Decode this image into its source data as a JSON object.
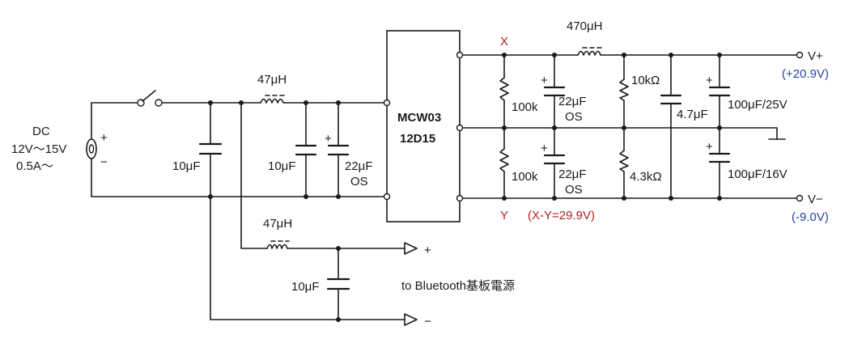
{
  "input": {
    "title": "DC",
    "voltage": "12V～15V",
    "current": "0.5A～",
    "plus": "+",
    "minus": "−"
  },
  "module": {
    "line1": "MCW03",
    "line2": "12D15"
  },
  "components": {
    "l_in": "47μH",
    "c_in1": "10μF",
    "c_in2": "10μF",
    "c_in3_value": "22μF",
    "c_in3_type": "OS",
    "l_bt": "47μH",
    "c_bt": "10μF",
    "r_x": "100k",
    "r_y": "100k",
    "c_x_value": "22μF",
    "c_x_type": "OS",
    "c_y_value": "22μF",
    "c_y_type": "OS",
    "l_out": "470μH",
    "r_top": "10kΩ",
    "r_bot": "4.3kΩ",
    "c_mid": "4.7μF",
    "c_pos": "100μF/25V",
    "c_neg": "100μF/16V",
    "pol": "+"
  },
  "nodes": {
    "x": "X",
    "y": "Y",
    "xy": "(X-Y=29.9V)"
  },
  "outputs": {
    "vplus": "V+",
    "vplus_value": "(+20.9V)",
    "vminus": "V−",
    "vminus_value": "(-9.0V)"
  },
  "bluetooth": {
    "label": "to Bluetooth基板電源",
    "plus": "+",
    "minus": "−"
  },
  "colors": {
    "wire": "#1a1a1a",
    "node_label": "#b02020",
    "voltage_value": "#2a3fa8"
  }
}
